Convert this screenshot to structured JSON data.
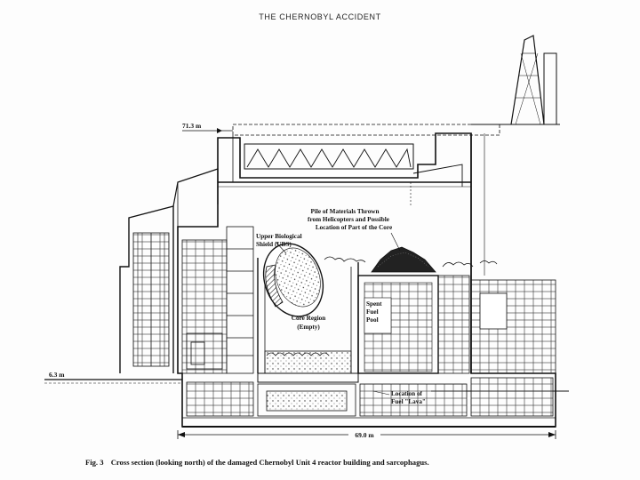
{
  "header": {
    "title": "THE CHERNOBYL ACCIDENT"
  },
  "caption": {
    "fig": "Fig. 3",
    "text": "Cross section (looking north) of the damaged Chernobyl Unit 4 reactor building and sarcophagus."
  },
  "dimensions": {
    "height_top": "71.3 m",
    "height_ground": "6.3 m",
    "width_base": "69.0 m"
  },
  "labels": {
    "pile_line1": "Pile of Materials Thrown",
    "pile_line2": "from Helicopters and Possible",
    "pile_line3": "Location of Part of the Core",
    "ubs_line1": "Upper Biological",
    "ubs_line2": "Shield (UBS)",
    "core_line1": "Core Region",
    "core_line2": "(Empty)",
    "pool_line1": "Spent",
    "pool_line2": "Fuel",
    "pool_line3": "Pool",
    "lava_line1": "Location of",
    "lava_line2": "Fuel \"Lava\""
  }
}
